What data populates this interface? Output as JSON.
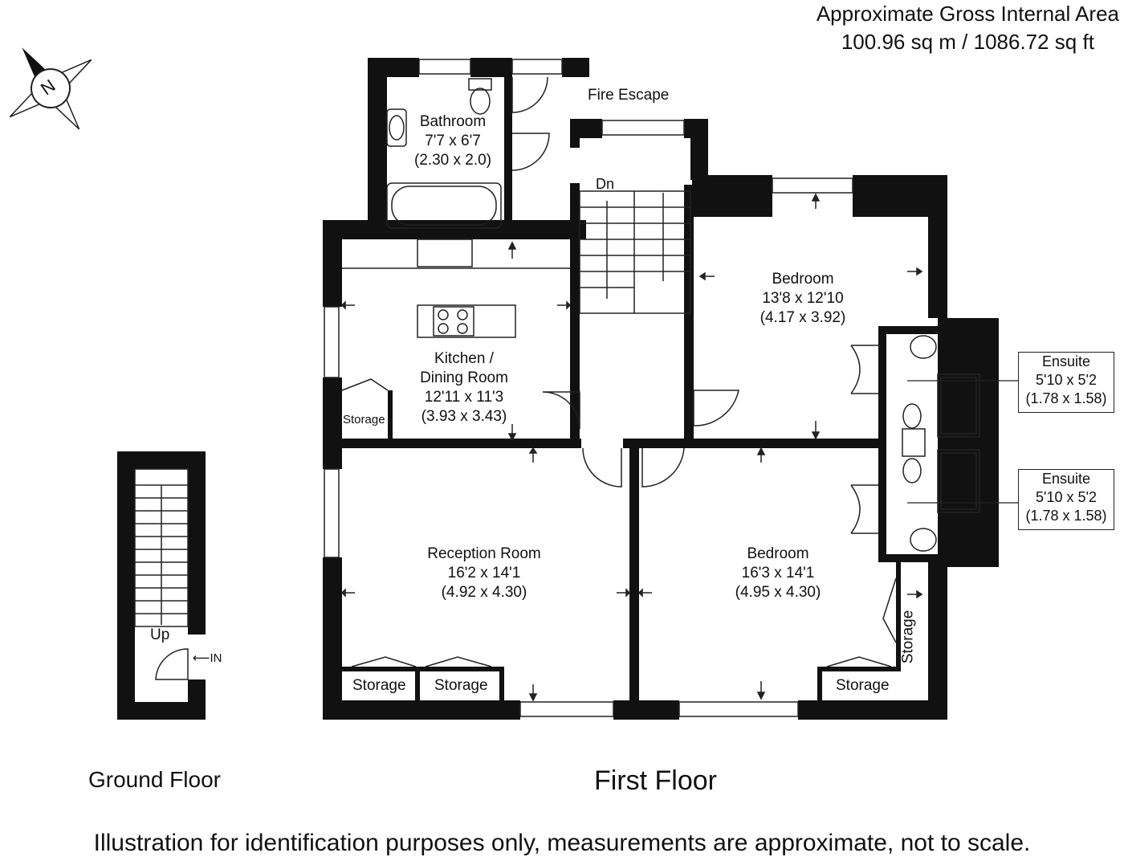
{
  "area": {
    "title": "Approximate Gross Internal Area",
    "value": "100.96 sq m / 1086.72 sq ft"
  },
  "compass": {
    "icon": "north-compass-icon",
    "letter": "N"
  },
  "rooms": {
    "bathroom": {
      "name": "Bathroom",
      "imperial": "7'7 x 6'7",
      "metric": "(2.30 x 2.0)"
    },
    "kitchen": {
      "name_line1": "Kitchen /",
      "name_line2": "Dining Room",
      "imperial": "12'11 x 11'3",
      "metric": "(3.93 x 3.43)"
    },
    "bedroom_rear": {
      "name": "Bedroom",
      "imperial": "13'8 x 12'10",
      "metric": "(4.17 x 3.92)"
    },
    "reception": {
      "name": "Reception Room",
      "imperial": "16'2 x 14'1",
      "metric": "(4.92 x 4.30)"
    },
    "bedroom_front": {
      "name": "Bedroom",
      "imperial": "16'3 x 14'1",
      "metric": "(4.95 x 4.30)"
    },
    "ensuite_1": {
      "name": "Ensuite",
      "imperial": "5'10 x 5'2",
      "metric": "(1.78 x 1.58)"
    },
    "ensuite_2": {
      "name": "Ensuite",
      "imperial": "5'10 x 5'2",
      "metric": "(1.78 x 1.58)"
    }
  },
  "labels": {
    "fire_escape": "Fire Escape",
    "down": "Dn",
    "up": "Up",
    "entrance": "IN",
    "storage_kitchen": "Storage",
    "storage_reception_1": "Storage",
    "storage_reception_2": "Storage",
    "storage_bedroom_floor": "Storage",
    "storage_bedroom_side": "Storage"
  },
  "floors": {
    "ground": "Ground Floor",
    "first": "First Floor"
  },
  "disclaimer": "Illustration for identification purposes only, measurements are approximate, not to scale.",
  "colors": {
    "wall": "#111111",
    "line": "#222222",
    "background": "#ffffff"
  }
}
